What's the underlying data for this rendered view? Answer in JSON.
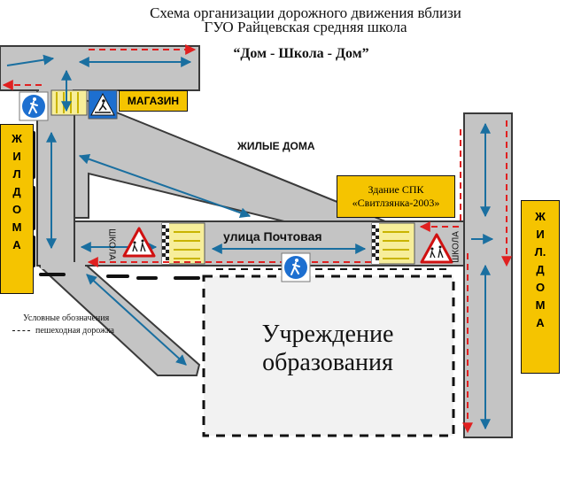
{
  "title": {
    "line1": "Схема организации дорожного движения вблизи",
    "line2": "ГУО Райцевская средняя школа",
    "subtitle": "“Дом - Школа - Дом”"
  },
  "labels": {
    "shop": "МАГАЗИН",
    "residential": "ЖИЛЫЕ ДОМА",
    "spk_line1": "Здание СПК",
    "spk_line2": "«Свитлзянка-2003»",
    "street": "улица Почтовая",
    "school_line1": "Учреждение",
    "school_line2": "образования",
    "school_sign_left": "ШКОЛА",
    "school_sign_right": "ШКОЛА",
    "houses_left": [
      "Ж",
      "И",
      "Л",
      "Д",
      "О",
      "М",
      "А"
    ],
    "houses_right": [
      "Ж",
      "И",
      "Л.",
      "Д",
      "О",
      "М",
      "А"
    ]
  },
  "legend": {
    "title": "Условные обозначения",
    "item": "пешеходная дорожка"
  },
  "icons": {
    "pedestrian_sign": "pedestrian-sign-icon",
    "crosswalk_sign": "crosswalk-sign-icon",
    "children_warning": "children-warning-icon"
  },
  "colors": {
    "road": "#c4c4c4",
    "road_edge": "#3a3a3a",
    "route": "#e02020",
    "flow_arrow": "#1a6fa0",
    "label_bg": "#f5c400",
    "crosswalk": "#f7ee9a",
    "sign_blue": "#1d6fd0"
  }
}
